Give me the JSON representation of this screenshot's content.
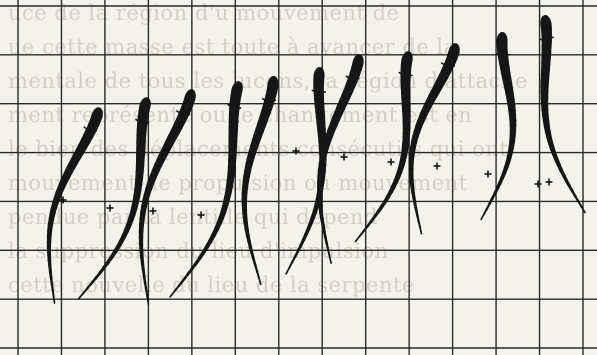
{
  "figure": {
    "background_color": "#f4f2ec",
    "ink_color": "#161616",
    "grid_color": "#2a2a2a",
    "bleed_through_text_color": "#d2cfc6",
    "grid": {
      "columns": 13,
      "rows": 7
    },
    "frame_count": 11,
    "bleed_through_lines": [
      "uce de la région d'u mouvement de",
      "ue cette masse est toute à avancer de la",
      "mentale de tous les lucons, la région d'attache",
      "ment représente ou le changement est en",
      "le bien des déplacements consécutifs qui ont",
      "mouvement de propulsion ou mouvement",
      "pendue par la lentille qui dépend",
      "la suppression du lieu d'impulsion",
      "cette nouvelle du lieu de la serpente"
    ]
  }
}
